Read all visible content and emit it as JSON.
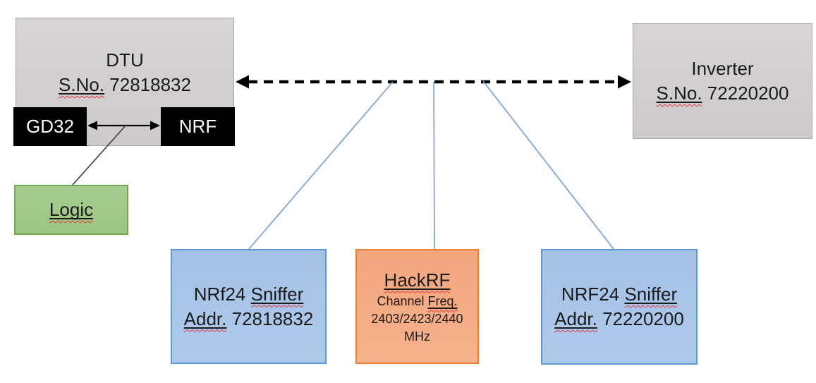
{
  "diagram": {
    "dtu": {
      "title": "DTU",
      "serial_label": "S.No.",
      "serial_number": "72818832",
      "chips": [
        {
          "label": "GD32"
        },
        {
          "label": "NRF"
        }
      ]
    },
    "inverter": {
      "title": "Inverter",
      "serial_label": "S.No.",
      "serial_number": "72220200"
    },
    "logic": {
      "label": "Logic"
    },
    "sniffer_left": {
      "brand": "NRf24",
      "role": "Sniffer",
      "addr_label": "Addr.",
      "addr_number": "72818832"
    },
    "hackrf": {
      "title": "HackRF",
      "channel_word": "Channel",
      "freq_word": "Freq.",
      "frequencies": "2403/2423/2440 MHz"
    },
    "sniffer_right": {
      "brand": "NRF24",
      "role": "Sniffer",
      "addr_label": "Addr.",
      "addr_number": "72220200"
    },
    "colors": {
      "gray_fill": "#d2d0d0",
      "gray_border": "#a8a6a6",
      "green_fill": "#a2cb8a",
      "green_border": "#6fa84e",
      "blue_fill": "#a9c6e8",
      "blue_border": "#5b9bd5",
      "orange_fill": "#f4ab83",
      "orange_border": "#ed7d31",
      "connector_blue": "#6fa0d8",
      "squiggle_red": "#e0393e"
    }
  }
}
